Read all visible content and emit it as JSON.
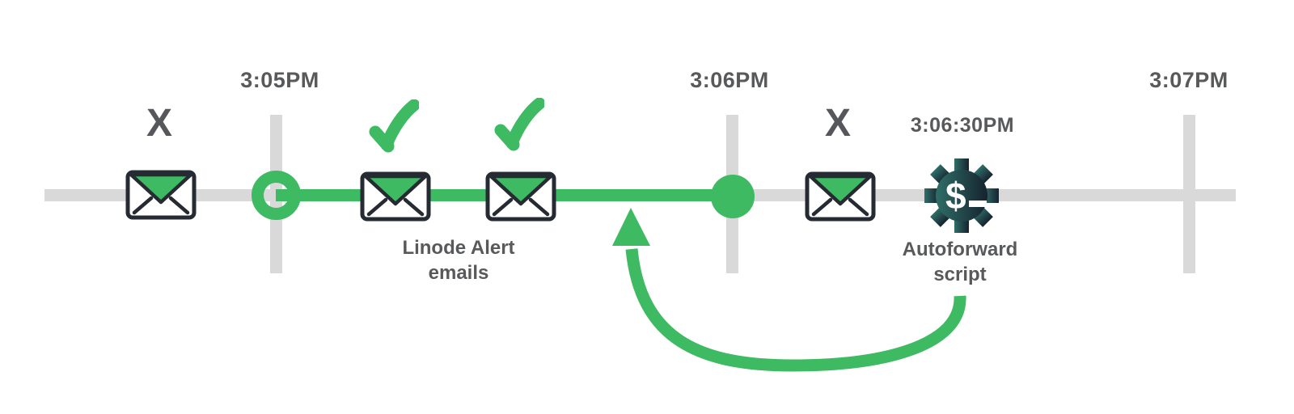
{
  "diagram_title": "Email timeline with autoforward script",
  "colors": {
    "accent_green": "#3DBA62",
    "track_gray": "#D9D9D9",
    "text_gray": "#58595B",
    "outline_dark": "#262B33",
    "gear_teal": "#2F6E68",
    "gear_navy": "#16232F"
  },
  "timeline": {
    "tick_labels": [
      "3:05PM",
      "3:06PM",
      "3:07PM"
    ],
    "event_time_label": "3:06:30PM"
  },
  "marks": {
    "x_glyph": "X"
  },
  "captions": {
    "linode_line1": "Linode Alert",
    "linode_line2": "emails",
    "autoforward_line1": "Autoforward",
    "autoforward_line2": "script"
  },
  "gear": {
    "prompt_glyph": "$"
  },
  "emails": [
    {
      "position": "before-3:05PM",
      "mark": "X"
    },
    {
      "position": "3:05-3:06PM-first",
      "mark": "check"
    },
    {
      "position": "3:05-3:06PM-second",
      "mark": "check"
    },
    {
      "position": "after-3:06PM",
      "mark": "X"
    }
  ]
}
